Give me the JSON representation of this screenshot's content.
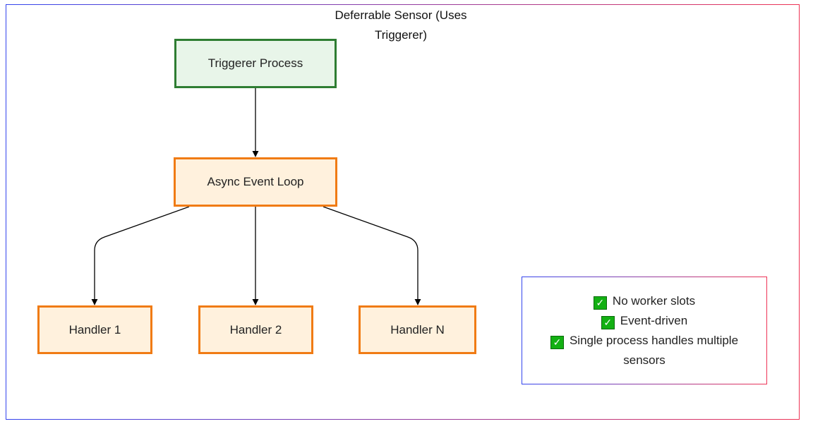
{
  "frame": {
    "title": "Deferrable Sensor (Uses Triggerer)"
  },
  "nodes": {
    "triggerer": "Triggerer Process",
    "event_loop": "Async Event Loop",
    "handler_1": "Handler 1",
    "handler_2": "Handler 2",
    "handler_n": "Handler N"
  },
  "benefits": [
    {
      "icon": "check-mark-icon",
      "text": "No worker slots"
    },
    {
      "icon": "check-mark-icon",
      "text": "Event-driven"
    },
    {
      "icon": "check-mark-icon",
      "text": "Single process handles multiple sensors"
    }
  ],
  "colors": {
    "green_border": "#2e7d32",
    "green_fill": "#e8f5e9",
    "orange_border": "#f07b14",
    "orange_fill": "#fff1dd",
    "check": "#13b013"
  }
}
